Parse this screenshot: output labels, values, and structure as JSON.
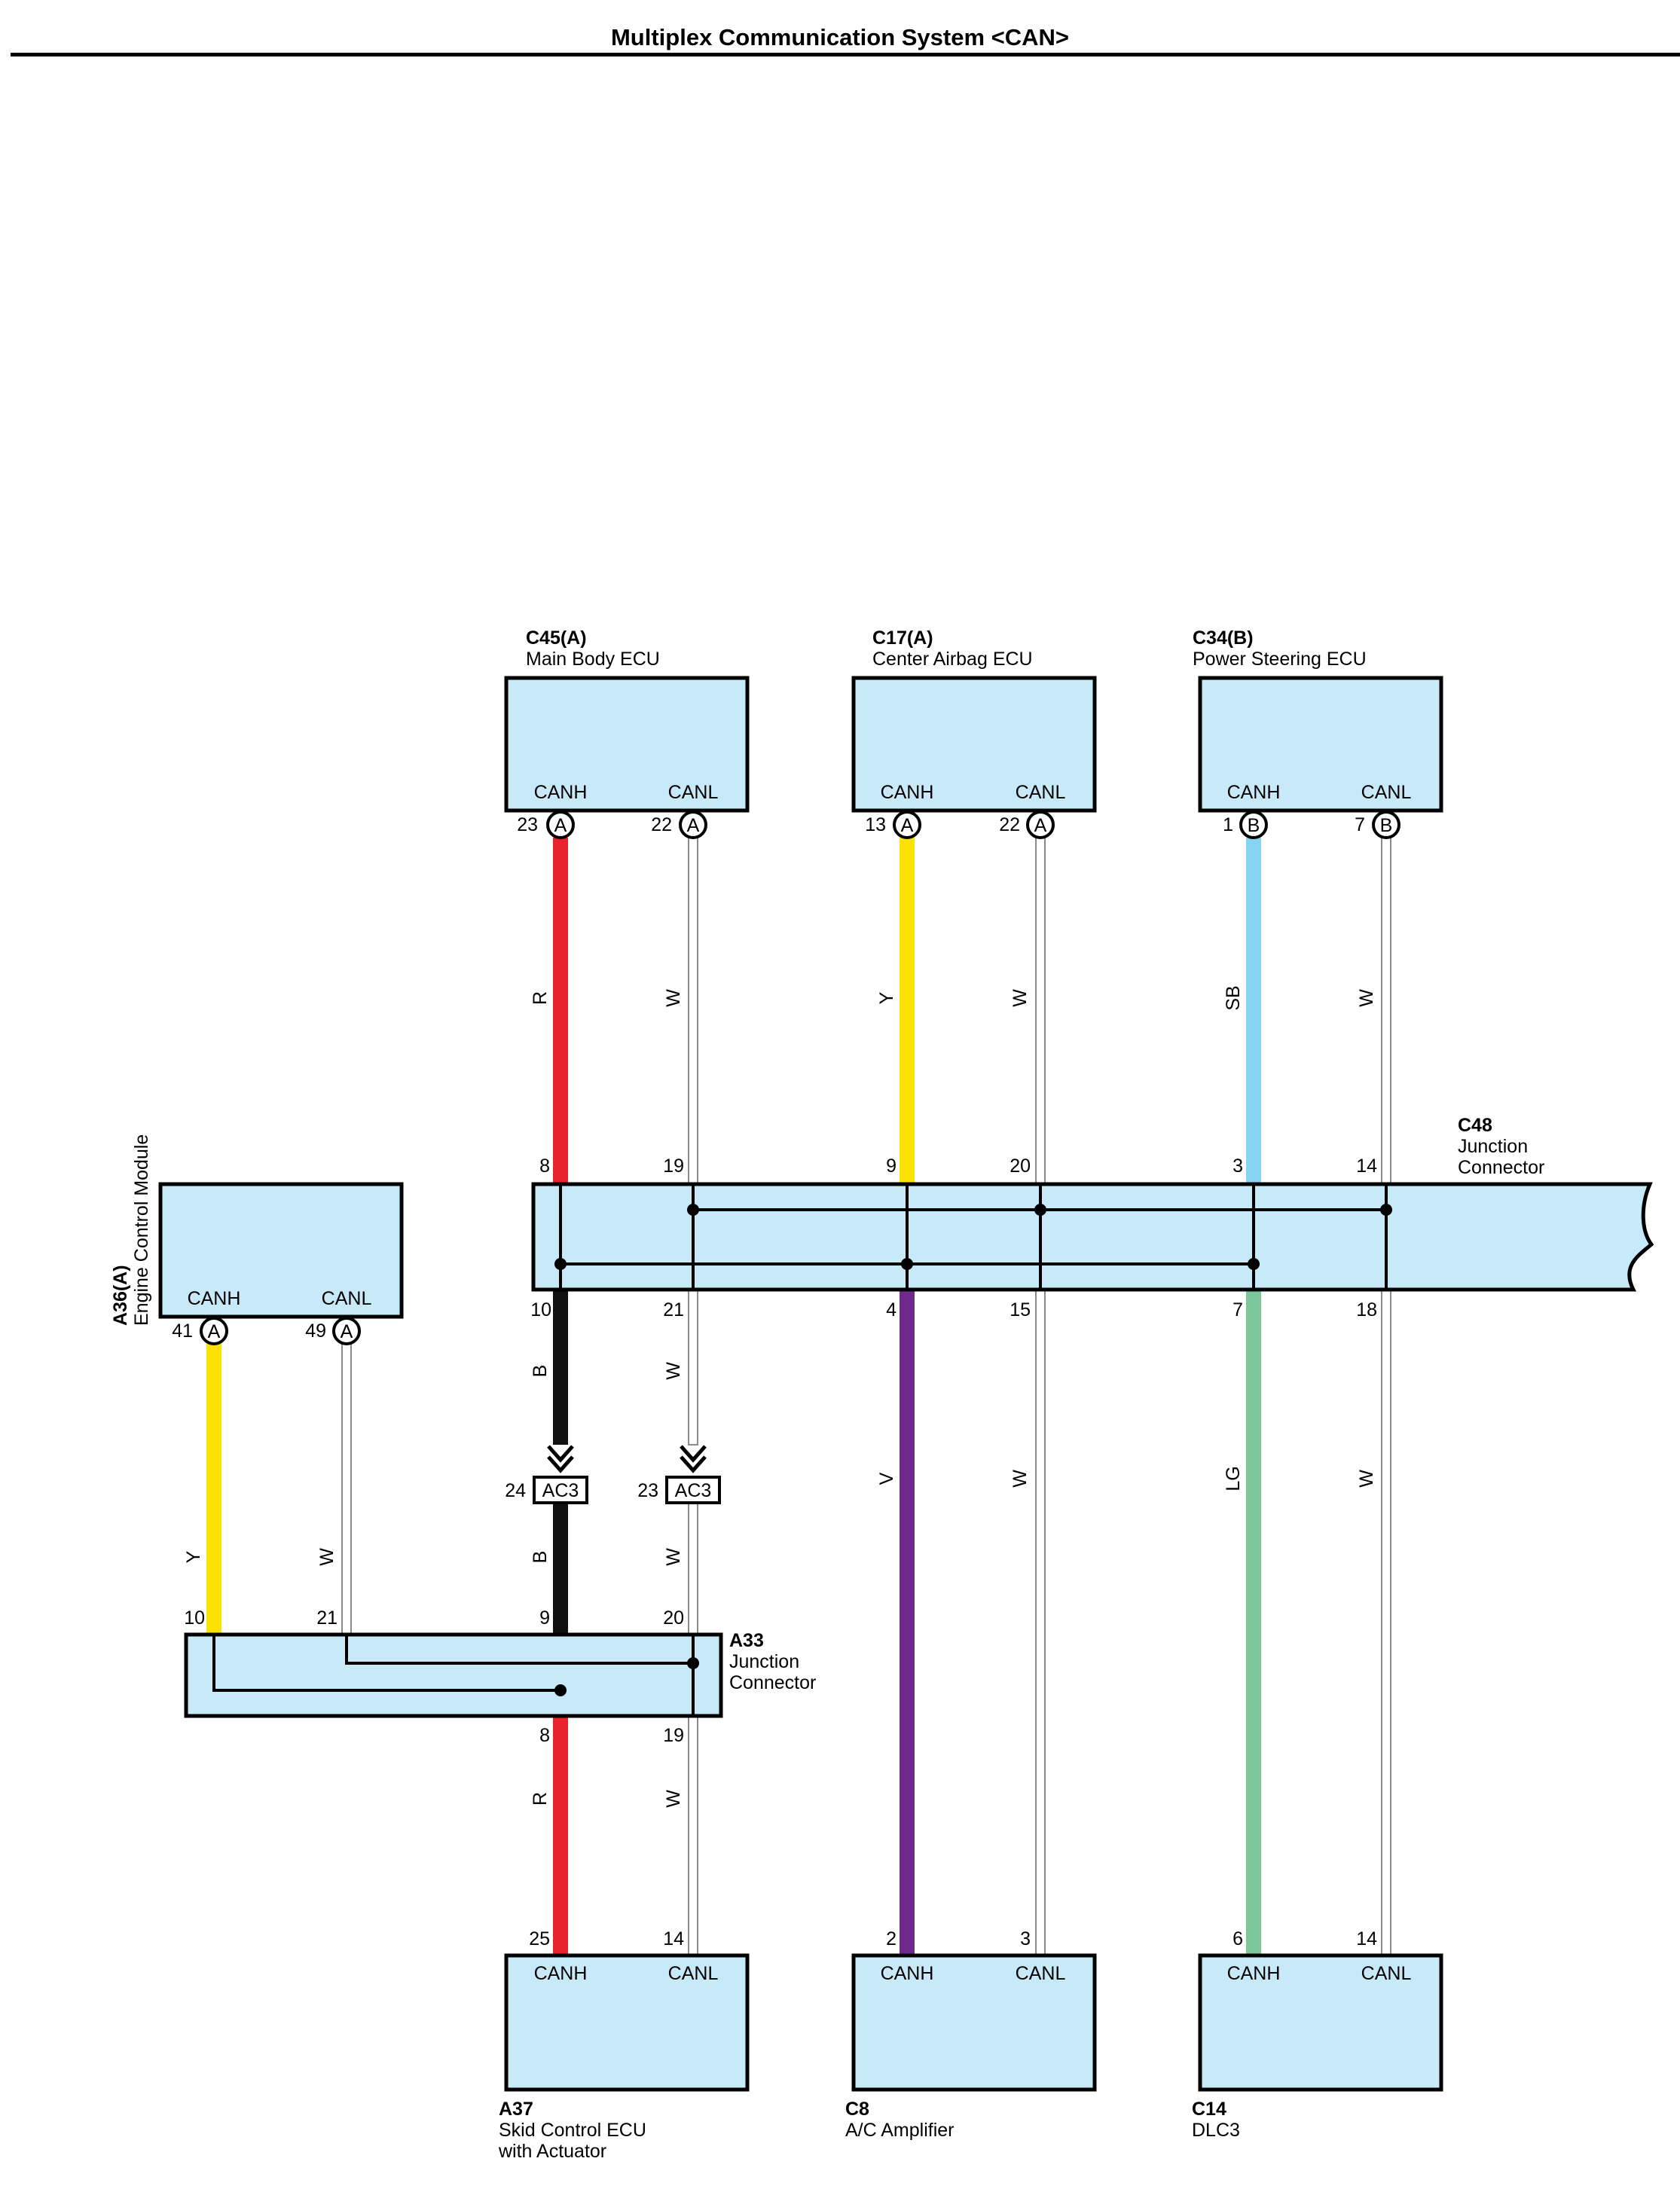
{
  "page": {
    "title": "Multiplex Communication System <CAN>"
  },
  "palette": {
    "box_fill": "#c8eaf8",
    "R": "#e8232a",
    "Y": "#fde100",
    "SB": "#87d4f2",
    "B": "#111111",
    "V": "#6f2b8c",
    "LG": "#7cc79a",
    "W": "#ffffff",
    "W_outline": "#8a8a8a"
  },
  "components": {
    "c45": {
      "code": "C45(A)",
      "name": "Main Body ECU",
      "canh": "CANH",
      "canl": "CANL",
      "pin_h": "23",
      "pin_l": "22",
      "tag_h": "A",
      "tag_l": "A"
    },
    "c17": {
      "code": "C17(A)",
      "name": "Center Airbag ECU",
      "canh": "CANH",
      "canl": "CANL",
      "pin_h": "13",
      "pin_l": "22",
      "tag_h": "A",
      "tag_l": "A"
    },
    "c34": {
      "code": "C34(B)",
      "name": "Power Steering ECU",
      "canh": "CANH",
      "canl": "CANL",
      "pin_h": "1",
      "pin_l": "7",
      "tag_h": "B",
      "tag_l": "B"
    },
    "a36": {
      "code": "A36(A)",
      "name": "Engine Control Module",
      "canh": "CANH",
      "canl": "CANL",
      "pin_h": "41",
      "pin_l": "49",
      "tag_h": "A",
      "tag_l": "A"
    },
    "a37": {
      "code": "A37",
      "name_line1": "Skid Control ECU",
      "name_line2": "with Actuator",
      "canh": "CANH",
      "canl": "CANL",
      "pin_h": "25",
      "pin_l": "14"
    },
    "c8": {
      "code": "C8",
      "name": "A/C Amplifier",
      "canh": "CANH",
      "canl": "CANL",
      "pin_h": "2",
      "pin_l": "3"
    },
    "c14": {
      "code": "C14",
      "name": "DLC3",
      "canh": "CANH",
      "canl": "CANL",
      "pin_h": "6",
      "pin_l": "14"
    }
  },
  "c48": {
    "code": "C48",
    "name_line1": "Junction",
    "name_line2": "Connector",
    "top_pins": [
      "8",
      "19",
      "9",
      "20",
      "3",
      "14"
    ],
    "bottom_pins": [
      "10",
      "21",
      "4",
      "15",
      "7",
      "18"
    ]
  },
  "a33": {
    "code": "A33",
    "name_line1": "Junction",
    "name_line2": "Connector",
    "top_pins": [
      "10",
      "21",
      "9",
      "20"
    ],
    "bottom_pins": [
      "8",
      "19"
    ]
  },
  "ac3": {
    "code": "AC3",
    "pin_h": "24",
    "pin_l": "23"
  },
  "wire_colors": {
    "c45_h": "R",
    "c45_l": "W",
    "c17_h": "Y",
    "c17_l": "W",
    "c34_h": "SB",
    "c34_l": "W",
    "ab_h": "B",
    "ab_l": "W",
    "c8_h": "V",
    "c8_l": "W",
    "c14_h": "LG",
    "c14_l": "W",
    "a36_h": "Y",
    "a36_l": "W",
    "ac3_h_low": "B",
    "ac3_l_low": "W",
    "a37_h": "R",
    "a37_l": "W"
  }
}
